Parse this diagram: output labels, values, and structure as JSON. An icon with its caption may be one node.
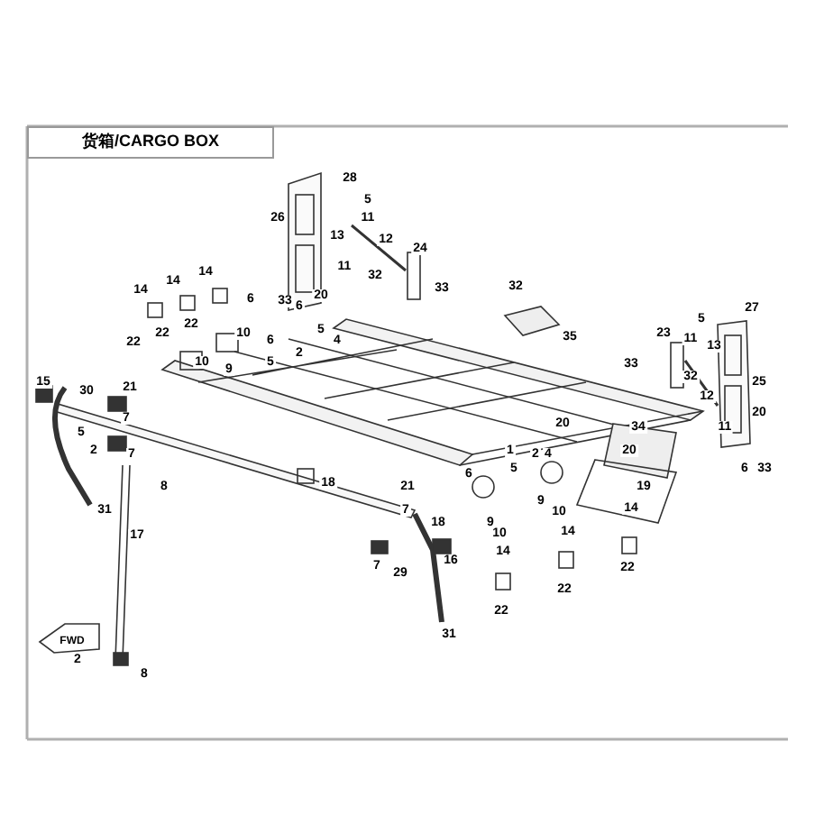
{
  "diagram": {
    "title": "货箱/CARGO BOX",
    "labels": [
      "28",
      "5",
      "26",
      "11",
      "13",
      "12",
      "24",
      "11",
      "32",
      "32",
      "33",
      "14",
      "14",
      "14",
      "20",
      "6",
      "33",
      "6",
      "27",
      "5",
      "22",
      "5",
      "22",
      "10",
      "23",
      "35",
      "11",
      "22",
      "6",
      "4",
      "13",
      "2",
      "10",
      "5",
      "33",
      "9",
      "32",
      "15",
      "25",
      "21",
      "30",
      "12",
      "20",
      "7",
      "20",
      "34",
      "11",
      "5",
      "1",
      "20",
      "2",
      "2",
      "4",
      "7",
      "5",
      "6",
      "6",
      "33",
      "18",
      "8",
      "21",
      "19",
      "31",
      "9",
      "14",
      "7",
      "10",
      "17",
      "9",
      "18",
      "10",
      "14",
      "16",
      "14",
      "7",
      "29",
      "22",
      "22",
      "22",
      "31",
      "FWD",
      "2",
      "8"
    ]
  }
}
